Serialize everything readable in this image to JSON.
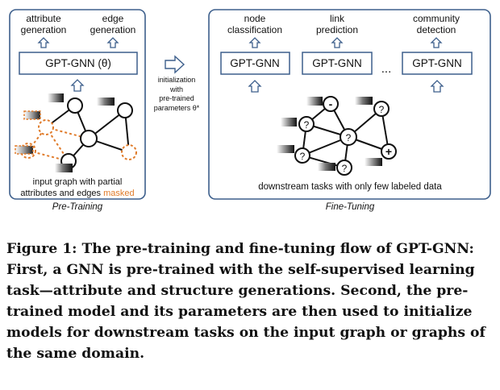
{
  "pretraining": {
    "label_attr_1": "attribute",
    "label_attr_2": "generation",
    "label_edge_1": "edge",
    "label_edge_2": "generation",
    "model_label": "GPT-GNN (θ)",
    "graph_caption_1": "input graph with partial",
    "graph_caption_2": "attributes and edges",
    "graph_caption_masked": "masked",
    "panel_title": "Pre-Training"
  },
  "middle": {
    "line1": "initialization",
    "line2": "with",
    "line3": "pre-trained",
    "line4": "parameters θ*"
  },
  "finetuning": {
    "tasks": [
      {
        "line1": "node",
        "line2": "classification"
      },
      {
        "line1": "link",
        "line2": "prediction"
      },
      {
        "line1": "community",
        "line2": "detection"
      }
    ],
    "model_label": "GPT-GNN",
    "ellipsis": "...",
    "graph_caption": "downstream tasks with only few labeled data",
    "panel_title": "Fine-Tuning",
    "marks": {
      "minus": "-",
      "plus": "+",
      "question": "?"
    }
  },
  "colors": {
    "panel_border": "#3d5f8c",
    "accent_orange": "#e07b2a",
    "arrow_fill": "#ffffff"
  },
  "caption": {
    "label": "Figure 1:",
    "text": "The pre-training and fine-tuning flow of GPT-GNN: First, a GNN is pre-trained with the self-supervised learning task—attribute and structure generations. Second, the pre-trained model and its parameters are then used to initialize models for downstream tasks on the input graph or graphs of the same domain."
  }
}
